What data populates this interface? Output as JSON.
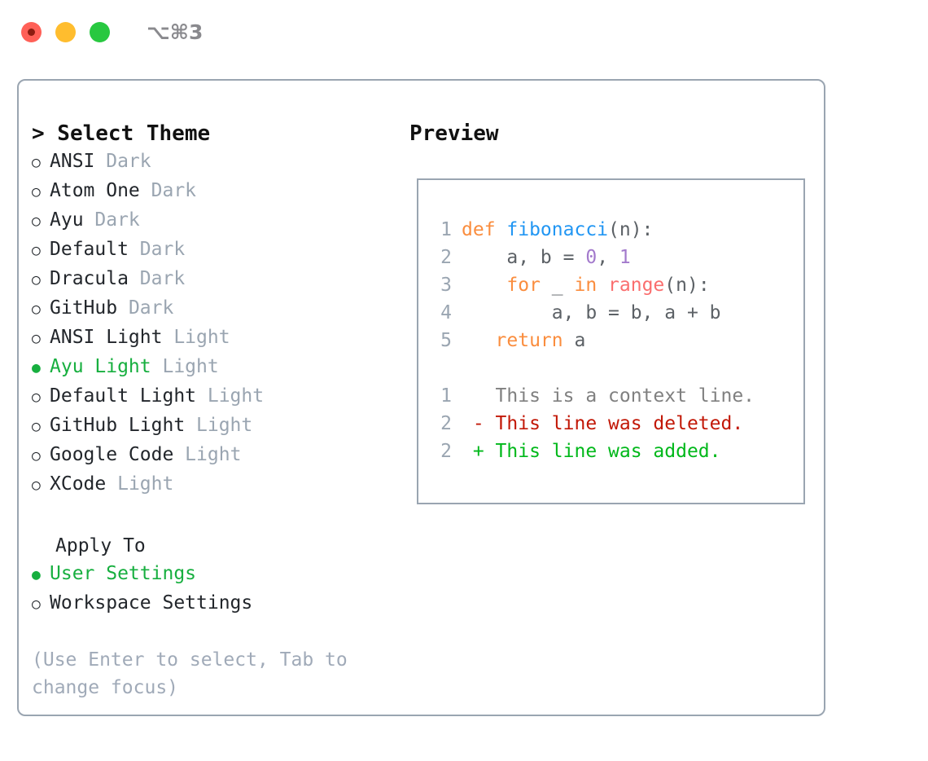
{
  "titlebar": {
    "title": "⌥⌘3",
    "lights": [
      {
        "name": "close",
        "color": "#FF6057"
      },
      {
        "name": "minimize",
        "color": "#FFBD2E"
      },
      {
        "name": "maximize",
        "color": "#28C840"
      }
    ]
  },
  "theme_picker": {
    "heading": "> Select Theme",
    "caret": ">",
    "options": [
      {
        "bullet": "○",
        "label": "ANSI",
        "suffix": "Dark",
        "selected": false
      },
      {
        "bullet": "○",
        "label": "Atom One",
        "suffix": "Dark",
        "selected": false
      },
      {
        "bullet": "○",
        "label": "Ayu",
        "suffix": "Dark",
        "selected": false
      },
      {
        "bullet": "○",
        "label": "Default",
        "suffix": "Dark",
        "selected": false
      },
      {
        "bullet": "○",
        "label": "Dracula",
        "suffix": "Dark",
        "selected": false
      },
      {
        "bullet": "○",
        "label": "GitHub",
        "suffix": "Dark",
        "selected": false
      },
      {
        "bullet": "○",
        "label": "ANSI Light",
        "suffix": "Light",
        "selected": false
      },
      {
        "bullet": "●",
        "label": "Ayu Light",
        "suffix": "Light",
        "selected": true
      },
      {
        "bullet": "○",
        "label": "Default Light",
        "suffix": "Light",
        "selected": false
      },
      {
        "bullet": "○",
        "label": "GitHub Light",
        "suffix": "Light",
        "selected": false
      },
      {
        "bullet": "○",
        "label": "Google Code",
        "suffix": "Light",
        "selected": false
      },
      {
        "bullet": "○",
        "label": "XCode",
        "suffix": "Light",
        "selected": false
      }
    ]
  },
  "apply_to": {
    "heading": "Apply To",
    "options": [
      {
        "bullet": "●",
        "label": "User Settings",
        "selected": true
      },
      {
        "bullet": "○",
        "label": "Workspace Settings",
        "selected": false
      }
    ]
  },
  "hint": "(Use Enter to select, Tab to change focus)",
  "preview": {
    "title": "Preview",
    "code_lines": [
      {
        "num": "1",
        "tokens": [
          {
            "t": "def ",
            "cls": "tok-kw"
          },
          {
            "t": "fibonacci",
            "cls": "tok-fn"
          },
          {
            "t": "(n):",
            "cls": "tok-plain"
          }
        ]
      },
      {
        "num": "2",
        "tokens": [
          {
            "t": "    a, b = ",
            "cls": "tok-plain"
          },
          {
            "t": "0",
            "cls": "tok-num"
          },
          {
            "t": ", ",
            "cls": "tok-plain"
          },
          {
            "t": "1",
            "cls": "tok-num"
          }
        ]
      },
      {
        "num": "3",
        "tokens": [
          {
            "t": "    ",
            "cls": "tok-plain"
          },
          {
            "t": "for",
            "cls": "tok-kw"
          },
          {
            "t": " _ ",
            "cls": "tok-plain"
          },
          {
            "t": "in",
            "cls": "tok-kw"
          },
          {
            "t": " ",
            "cls": "tok-plain"
          },
          {
            "t": "range",
            "cls": "tok-call"
          },
          {
            "t": "(n):",
            "cls": "tok-plain"
          }
        ]
      },
      {
        "num": "4",
        "tokens": [
          {
            "t": "        a, b = b, a + b",
            "cls": "tok-plain"
          }
        ]
      },
      {
        "num": "5",
        "tokens": [
          {
            "t": "   ",
            "cls": "tok-plain"
          },
          {
            "t": "return",
            "cls": "tok-kw"
          },
          {
            "t": " a",
            "cls": "tok-plain"
          }
        ]
      }
    ],
    "diff_lines": [
      {
        "num": "1",
        "text": "   This is a context line.",
        "kind": "diff-ctx"
      },
      {
        "num": "2",
        "text": " - This line was deleted.",
        "kind": "diff-del"
      },
      {
        "num": "2",
        "text": " + This line was added.",
        "kind": "diff-add"
      }
    ]
  },
  "colors": {
    "accent_green": "#17AF3F",
    "muted": "#9AA5B1",
    "hint": "#A0AAB8",
    "border": "#9AA5B1",
    "keyword": "#FA8D3E",
    "function": "#2196F3",
    "number": "#A37ACC",
    "call": "#FA6E6E",
    "plain": "#5C6166",
    "diff_add": "#00B81A",
    "diff_del": "#C21807",
    "diff_ctx": "#808080"
  }
}
